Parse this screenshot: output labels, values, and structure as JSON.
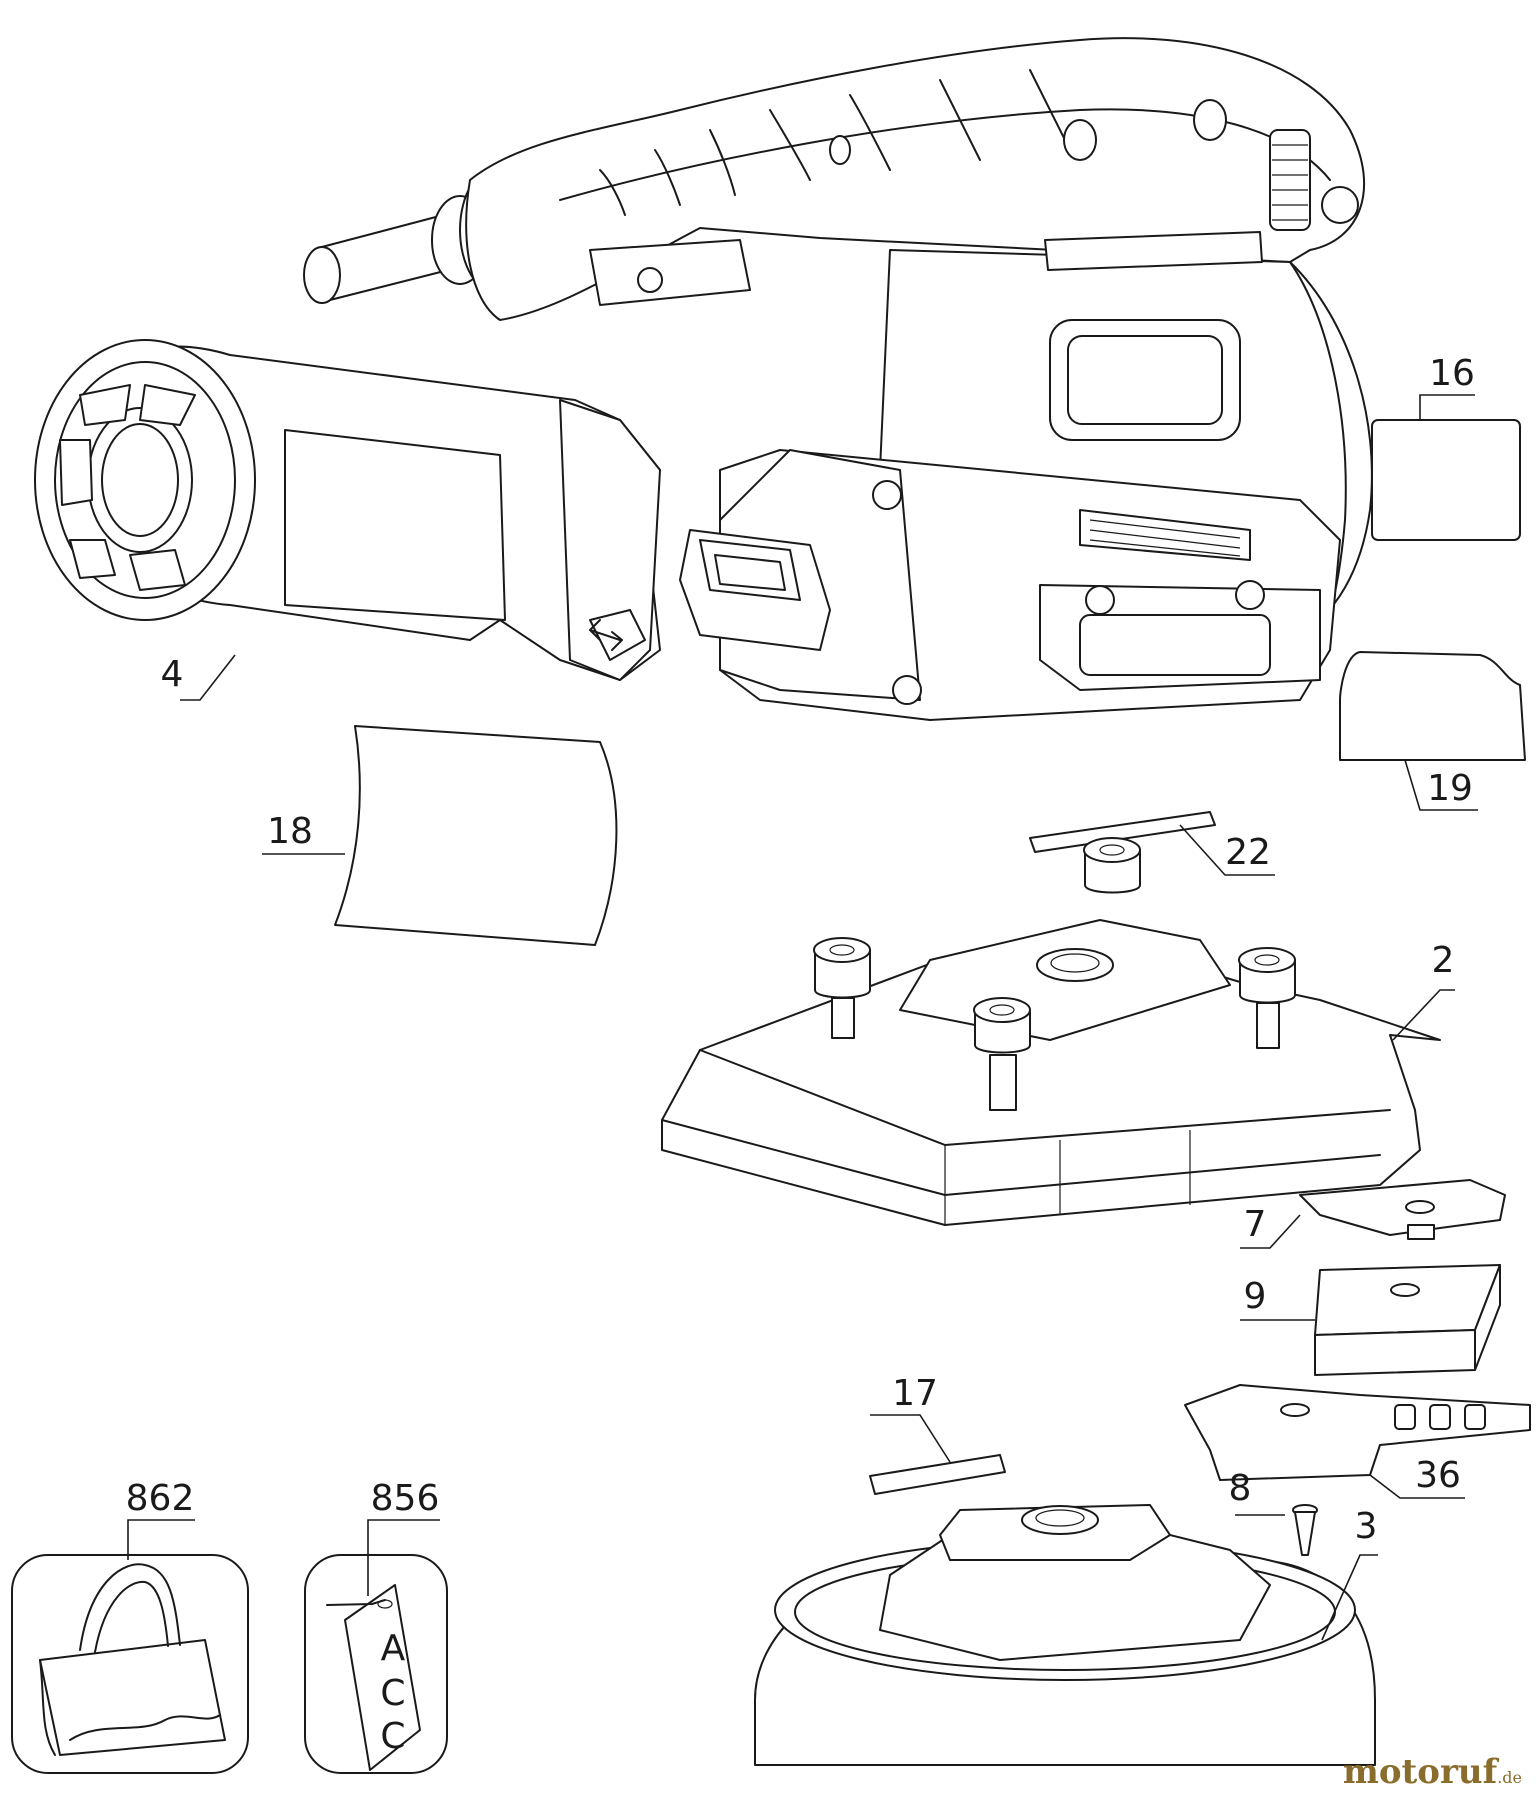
{
  "parts": {
    "p16": "16",
    "p4": "4",
    "p19": "19",
    "p18": "18",
    "p22": "22",
    "p2": "2",
    "p7": "7",
    "p9": "9",
    "p17": "17",
    "p36": "36",
    "p8": "8",
    "p862": "862",
    "p856": "856",
    "p3": "3"
  },
  "tag_text": {
    "line1": "A",
    "line2": "C",
    "line3": "C"
  },
  "watermark": {
    "brand": "motoruf",
    "suffix": ".de"
  }
}
